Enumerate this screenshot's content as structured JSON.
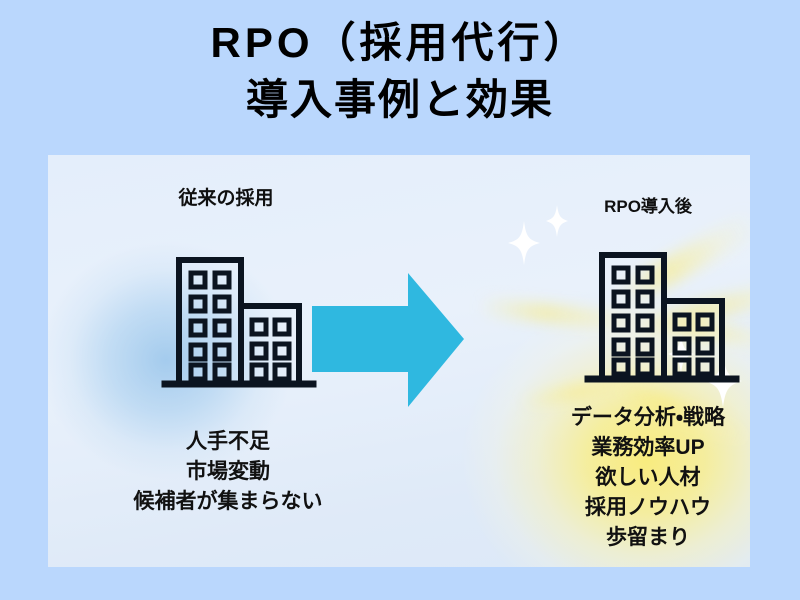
{
  "slide": {
    "title": {
      "line1": "RPO（採用代行）",
      "line2": "導入事例と効果"
    },
    "background_color": "#bad7fd",
    "panel_color": "#e4eefb"
  },
  "before": {
    "label": "従来の採用",
    "icon": "office-buildings-icon",
    "glow_color": "#76b2e4",
    "points": [
      "人手不足",
      "市場変動",
      "候補者が集まらない"
    ]
  },
  "arrow": {
    "icon": "right-arrow-icon",
    "color": "#2fb8e0"
  },
  "after": {
    "label": "RPO導入後",
    "icon": "office-buildings-icon",
    "glow_color": "#faec78",
    "sparkle_icon": "sparkle-icon",
    "points": [
      "データ分析・戦略",
      "業務効率UP",
      "欲しい人材",
      "採用ノウハウ",
      "歩留まり"
    ]
  }
}
